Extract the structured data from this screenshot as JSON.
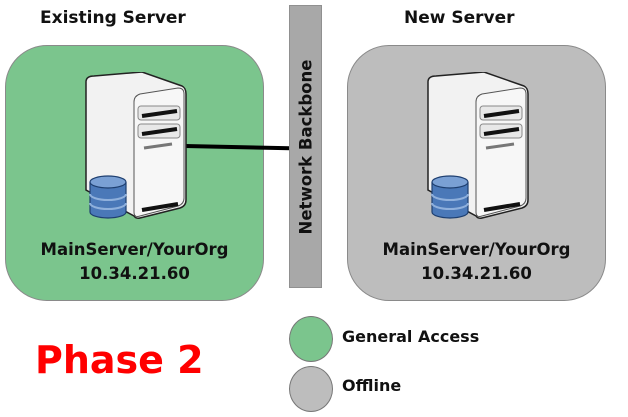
{
  "diagram": {
    "left_panel": {
      "title": "Existing Server",
      "hostname": "MainServer/YourOrg",
      "ip": "10.34.21.60",
      "status": "General Access",
      "fill_color": "#7bc58d"
    },
    "right_panel": {
      "title": "New Server",
      "hostname": "MainServer/YourOrg",
      "ip": "10.34.21.60",
      "status": "Offline",
      "fill_color": "#bdbdbd"
    },
    "backbone": {
      "label": "Network Backbone",
      "color": "#a8a8a8"
    },
    "phase_label": "Phase 2",
    "phase_color": "#ff0000",
    "legend": [
      {
        "label": "General Access",
        "color": "#7bc58d"
      },
      {
        "label": "Offline",
        "color": "#bdbdbd"
      }
    ]
  }
}
